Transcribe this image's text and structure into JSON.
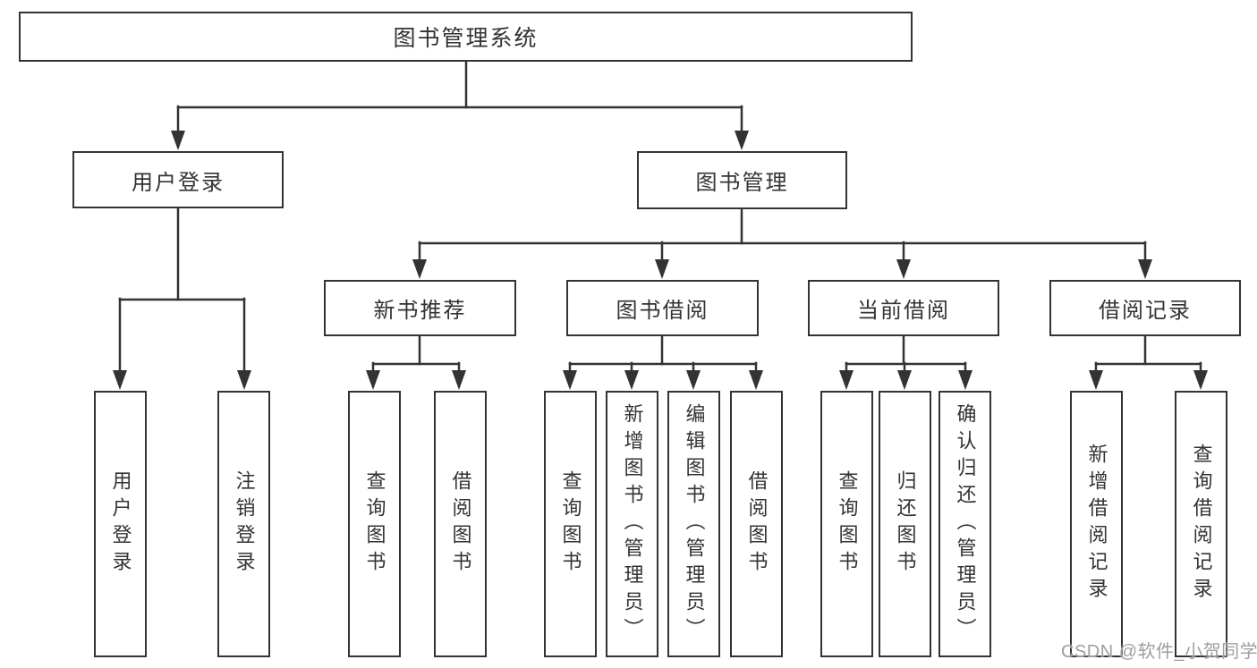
{
  "colors": {
    "line": "#333333",
    "text": "#333333",
    "background": "#ffffff",
    "watermark": "#9b9fa3"
  },
  "watermark": {
    "text": "CSDN @软件_小贺同学"
  },
  "tree": {
    "root": {
      "label": "图书管理系统",
      "children": [
        {
          "label": "用户登录",
          "children": [
            {
              "label": "用户登录"
            },
            {
              "label": "注销登录"
            }
          ]
        },
        {
          "label": "图书管理",
          "children": [
            {
              "label": "新书推荐",
              "children": [
                {
                  "label": "查询图书"
                },
                {
                  "label": "借阅图书"
                }
              ]
            },
            {
              "label": "图书借阅",
              "children": [
                {
                  "label": "查询图书"
                },
                {
                  "label": "新增图书（管理员）"
                },
                {
                  "label": "编辑图书（管理员）"
                },
                {
                  "label": "借阅图书"
                }
              ]
            },
            {
              "label": "当前借阅",
              "children": [
                {
                  "label": "查询图书"
                },
                {
                  "label": "归还图书"
                },
                {
                  "label": "确认归还（管理员）"
                }
              ]
            },
            {
              "label": "借阅记录",
              "children": [
                {
                  "label": "新增借阅记录"
                },
                {
                  "label": "查询借阅记录"
                }
              ]
            }
          ]
        }
      ]
    }
  }
}
